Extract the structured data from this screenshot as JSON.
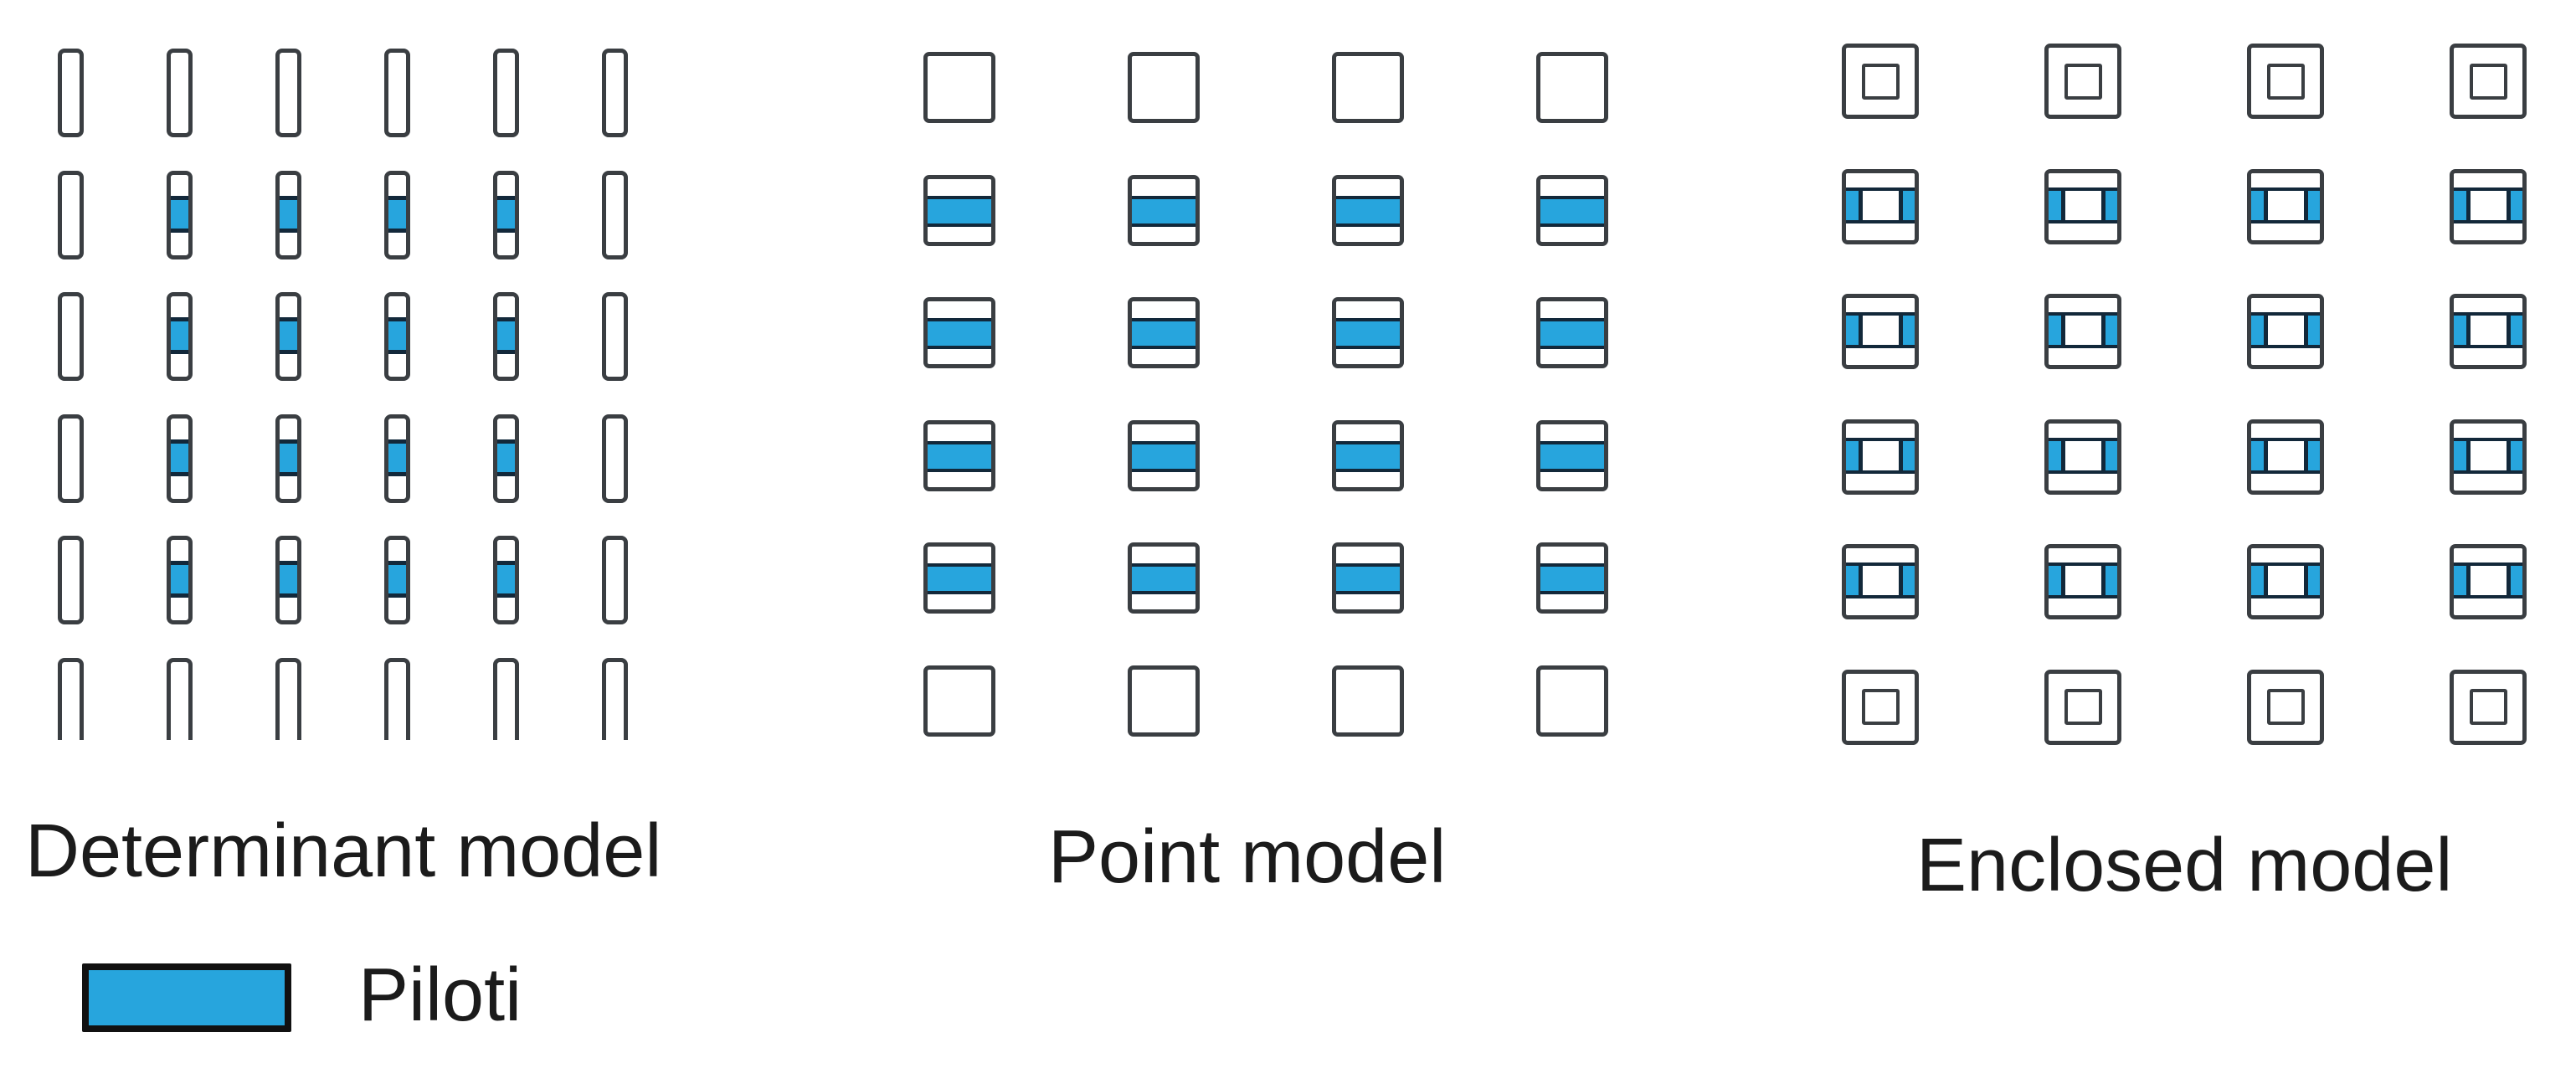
{
  "figure": {
    "background": "#ffffff",
    "colors": {
      "piloti_blue": "#27a5dd",
      "outline": "#3a3e42",
      "band_line": "#12283a",
      "legend_border": "#111111",
      "text": "#1b1b1b"
    },
    "models": [
      {
        "id": "determinant",
        "label": "Determinant model",
        "cell_shape": "tall-narrow-rectangle",
        "grid": {
          "columns": 6,
          "rows": 6
        },
        "piloti_cells": {
          "rows": [
            2,
            3,
            4,
            5
          ],
          "columns": [
            2,
            3,
            4,
            5
          ]
        },
        "open_bottom_row": 6
      },
      {
        "id": "point",
        "label": "Point model",
        "cell_shape": "square",
        "grid": {
          "columns": 4,
          "rows": 6
        },
        "piloti_cells": {
          "rows": [
            2,
            3,
            4,
            5
          ],
          "columns": [
            1,
            2,
            3,
            4
          ]
        },
        "open_bottom_row": 0
      },
      {
        "id": "enclosed",
        "label": "Enclosed model",
        "cell_shape": "square-with-inner-square",
        "grid": {
          "columns": 4,
          "rows": 6
        },
        "piloti_cells": {
          "rows": [
            2,
            3,
            4,
            5
          ],
          "columns": [
            1,
            2,
            3,
            4
          ]
        },
        "open_bottom_row": 0
      }
    ],
    "legend": {
      "swatch": "piloti-blue-rectangle",
      "label": "Piloti"
    }
  }
}
